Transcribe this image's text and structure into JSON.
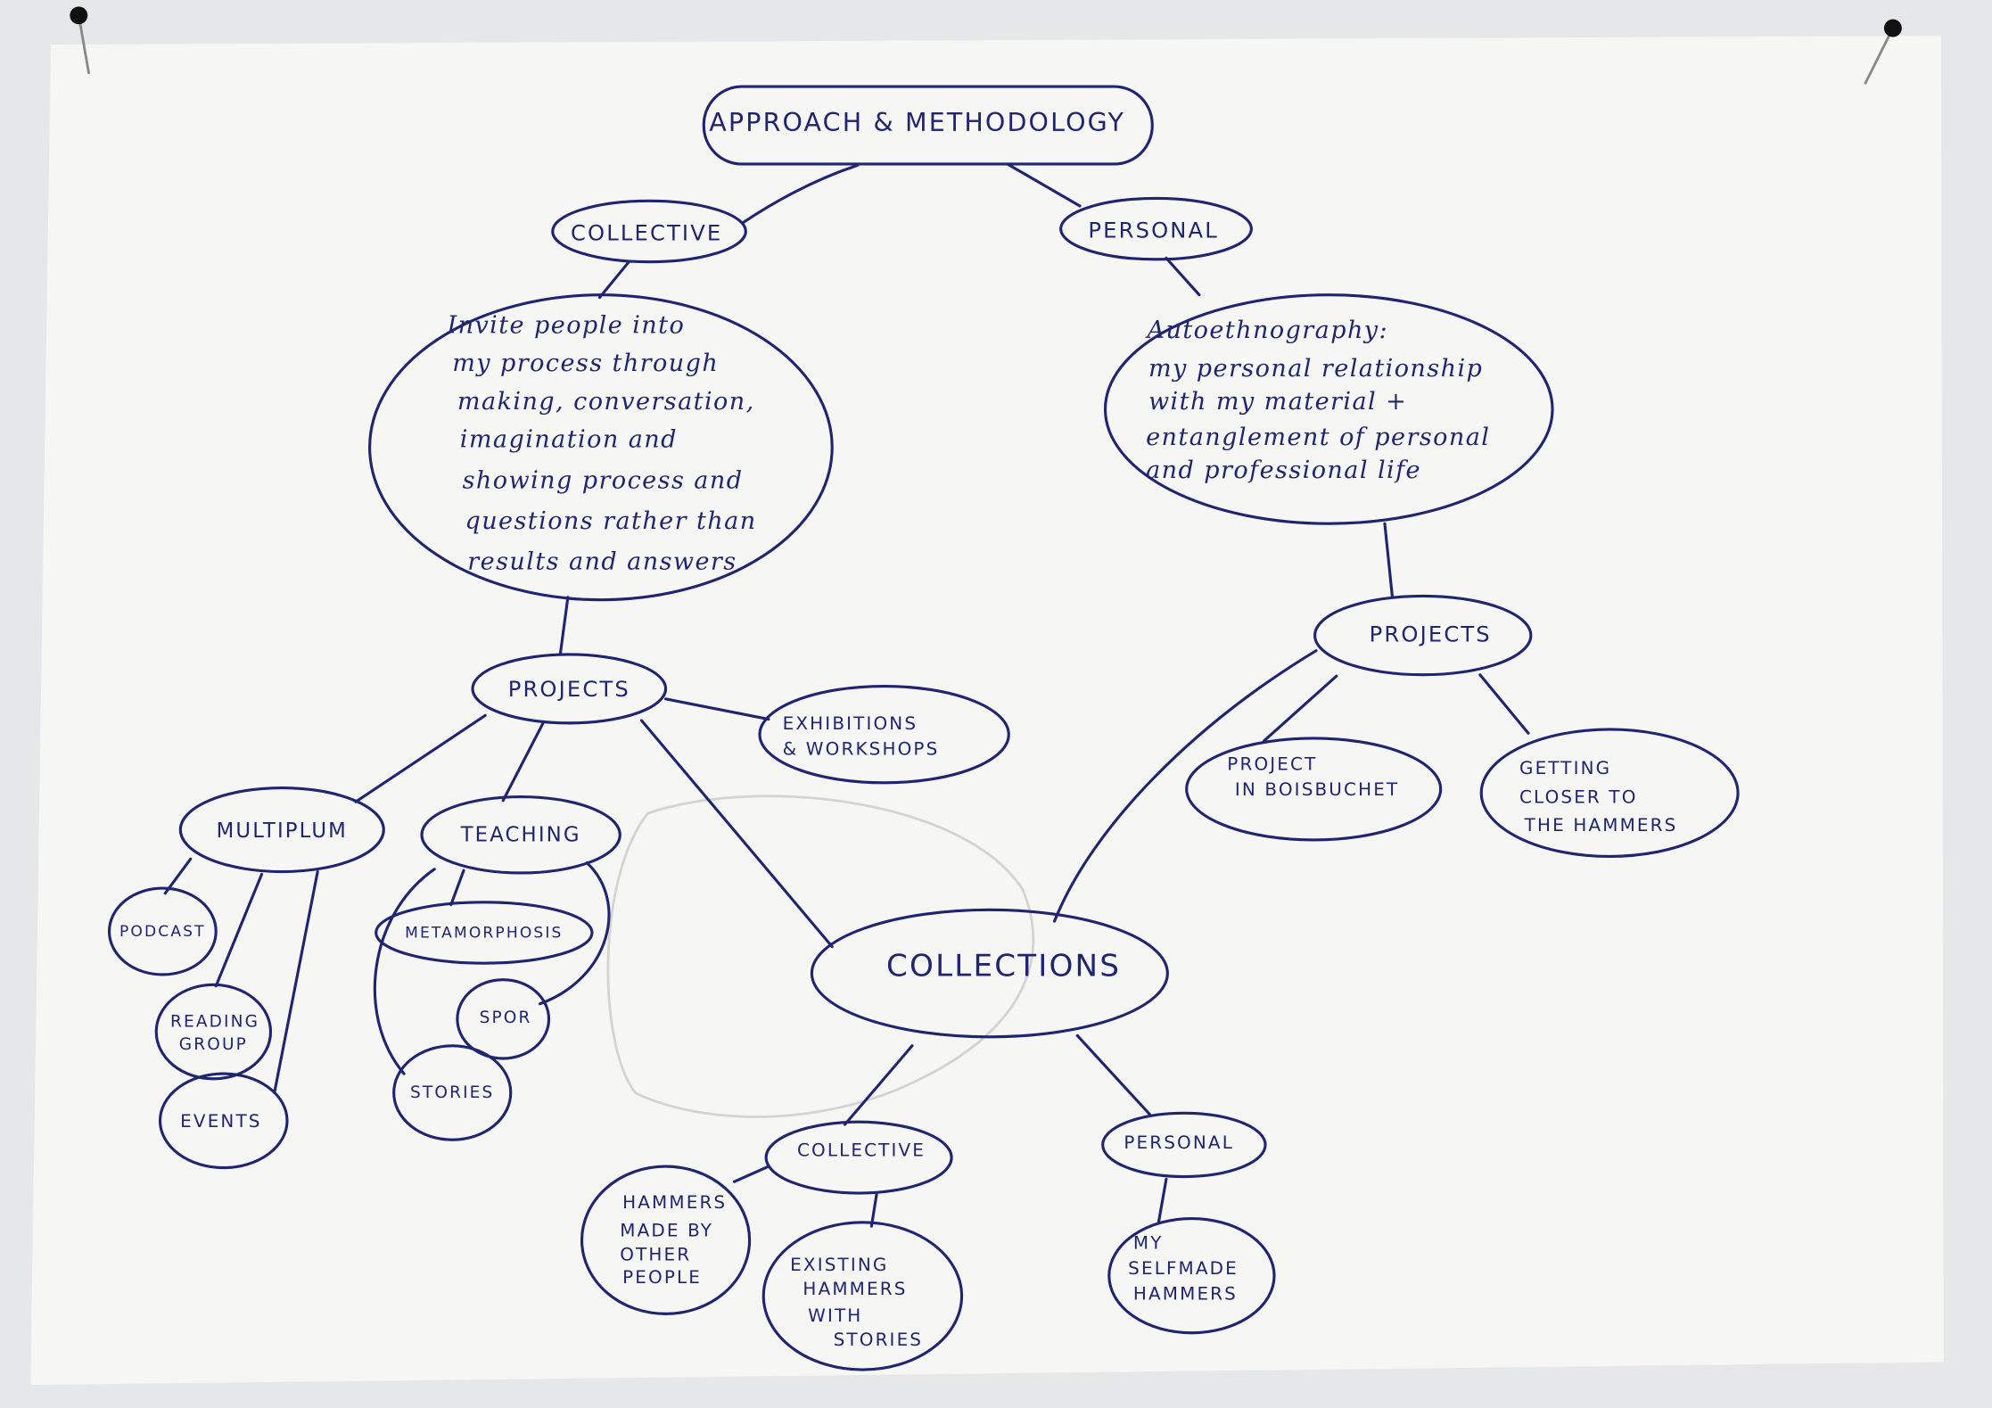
{
  "colors": {
    "ink": "#1f2570",
    "paper": "#f6f6f5",
    "wall": "#e6e7e8",
    "pin": "#111111"
  },
  "root": "APPROACH & METHODOLOGY",
  "collective": {
    "label": "COLLECTIVE",
    "description": [
      "Invite people into",
      "my process through",
      "making, conversation,",
      "imagination and",
      "showing process and",
      "questions rather than",
      "results and answers"
    ],
    "projects": {
      "label": "PROJECTS",
      "exhibitions": [
        "EXHIBITIONS",
        "& WORKSHOPS"
      ],
      "multiplum": {
        "label": "MULTIPLUM",
        "podcast": "PODCAST",
        "reading_group": [
          "READING",
          "GROUP"
        ],
        "events": "EVENTS"
      },
      "teaching": {
        "label": "TEACHING",
        "metamorphosis": "METAMORPHOSIS",
        "spor": "SPOR",
        "stories": "STORIES"
      }
    }
  },
  "personal": {
    "label": "PERSONAL",
    "description": [
      "Autoethnography:",
      "my personal relationship",
      "with my material +",
      "entanglement of personal",
      "and professional life"
    ],
    "projects": {
      "label": "PROJECTS",
      "boisbuchet": [
        "PROJECT",
        "IN BOISBUCHET"
      ],
      "hammers": [
        "GETTING",
        "CLOSER TO",
        "THE HAMMERS"
      ]
    }
  },
  "collections": {
    "label": "COLLECTIONS",
    "collective": {
      "label": "COLLECTIVE",
      "other_people": [
        "HAMMERS",
        "MADE BY",
        "OTHER",
        "PEOPLE"
      ],
      "existing": [
        "EXISTING",
        "HAMMERS",
        "WITH",
        "STORIES"
      ]
    },
    "personal": {
      "label": "PERSONAL",
      "selfmade": [
        "MY",
        "SELFMADE",
        "HAMMERS"
      ]
    }
  }
}
